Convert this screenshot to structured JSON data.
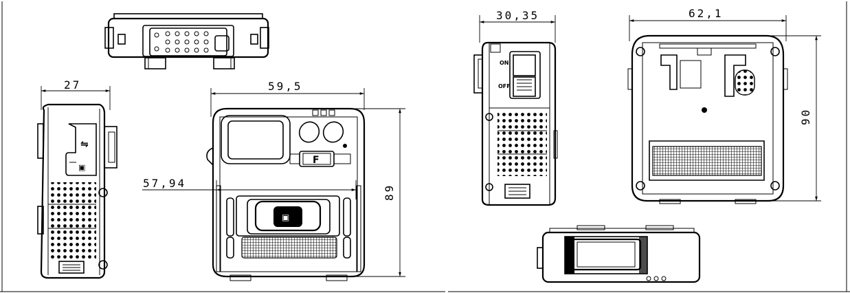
{
  "diagram": {
    "dimensions": {
      "side_left_depth": "27",
      "front_width": "59,5",
      "front_inner_width": "57,94",
      "front_height": "89",
      "side_right_depth": "30,35",
      "back_width": "62,1",
      "back_height": "90"
    },
    "labels": {
      "front_button": "F",
      "switch_on": "ON",
      "switch_off": "OFF"
    }
  }
}
